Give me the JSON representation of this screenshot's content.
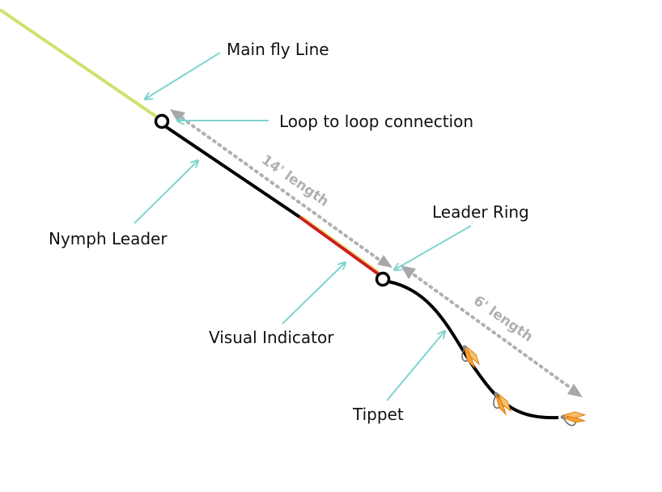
{
  "labels": {
    "main_fly_line": "Main fly Line",
    "loop_connection": "Loop to loop connection",
    "nymph_leader": "Nymph Leader",
    "leader_ring": "Leader Ring",
    "visual_indicator": "Visual Indicator",
    "tippet": "Tippet"
  },
  "dimensions": {
    "leader_length": "14' length",
    "tippet_length": "6' length"
  },
  "colors": {
    "fly_line": "#cfe06c",
    "leader": "#000000",
    "indicator_red": "#cc1f1f",
    "indicator_yellow": "#e8e070",
    "callout_arrow": "#7fd4d0",
    "dimension_arrow": "#b0b0b0",
    "fly_orange": "#f2a33a"
  },
  "icons": [
    "fly-hook-icon"
  ]
}
